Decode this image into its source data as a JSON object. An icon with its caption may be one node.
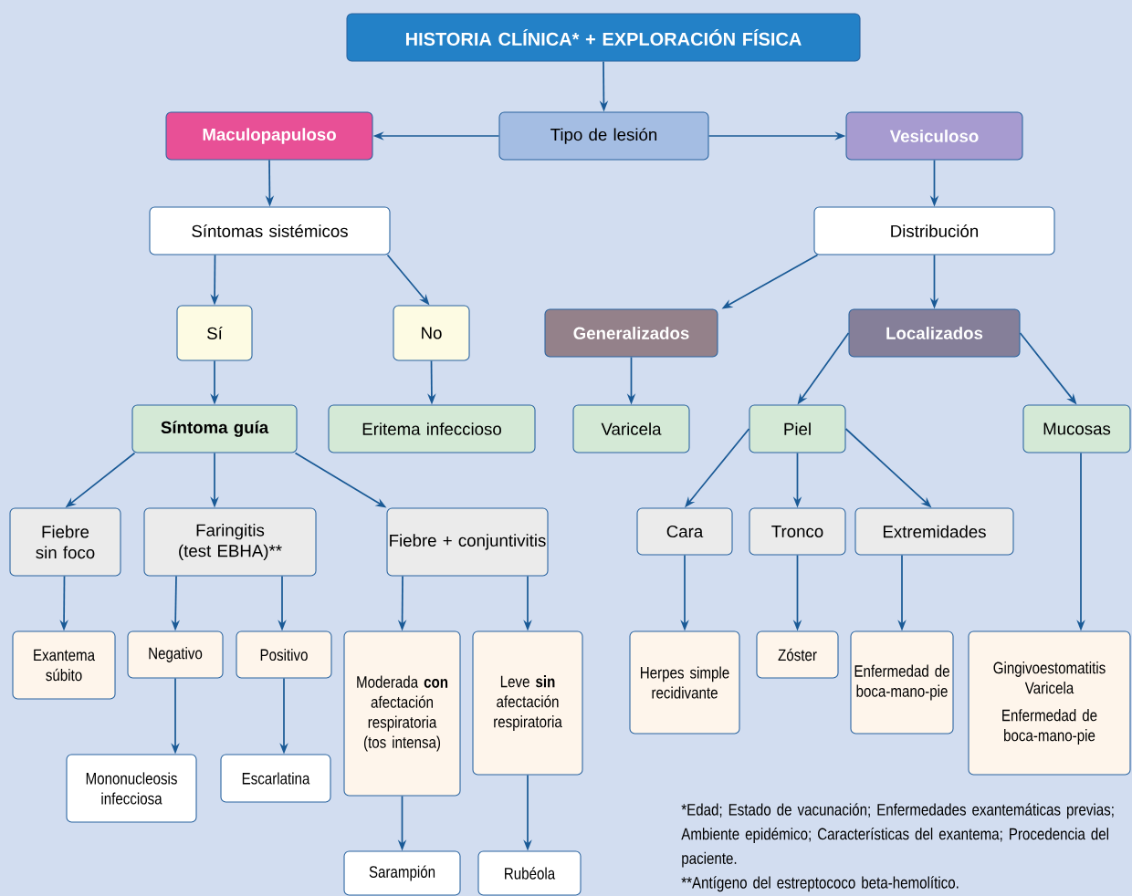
{
  "diagram": {
    "nodes": [
      {
        "text": [
          "HISTORIA CLÍNICA* + EXPLORACIÓN FÍSICA"
        ]
      },
      {
        "text": [
          "Tipo de lesión"
        ]
      },
      {
        "text": [
          "Maculopapuloso"
        ]
      },
      {
        "text": [
          "Vesiculoso"
        ]
      },
      {
        "text": [
          "Síntomas sistémicos"
        ]
      },
      {
        "text": [
          "Distribución"
        ]
      },
      {
        "text": [
          "Sí"
        ]
      },
      {
        "text": [
          "No"
        ]
      },
      {
        "text": [
          "Generalizados"
        ]
      },
      {
        "text": [
          "Localizados"
        ]
      },
      {
        "text": [
          "Síntoma guía"
        ]
      },
      {
        "text": [
          "Eritema infeccioso"
        ]
      },
      {
        "text": [
          "Varicela"
        ]
      },
      {
        "text": [
          "Piel"
        ]
      },
      {
        "text": [
          "Mucosas"
        ]
      },
      {
        "text": [
          "Fiebre sin foco"
        ]
      },
      {
        "text": [
          "Faringitis (test EBHA)**"
        ]
      },
      {
        "text": [
          "Fiebre + conjuntivitis"
        ]
      },
      {
        "text": [
          "Cara"
        ]
      },
      {
        "text": [
          "Tronco"
        ]
      },
      {
        "text": [
          "Extremidades"
        ]
      },
      {
        "text": [
          "Exantema súbito"
        ]
      },
      {
        "text": [
          "Negativo"
        ]
      },
      {
        "text": [
          "Positivo"
        ]
      },
      {
        "text": [
          "Moderada **con** afectación respiratoria (tos intensa)"
        ]
      },
      {
        "text": [
          "Leve **sin** afectación respiratoria"
        ]
      },
      {
        "text": [
          "Herpes simple recidivante"
        ]
      },
      {
        "text": [
          "Zóster"
        ]
      },
      {
        "text": [
          "Enfermedad de boca-mano-pie"
        ]
      },
      {
        "text": [
          "Gingivoestomatitis Varicela",
          "Enfermedad de boca-mano-pie"
        ]
      },
      {
        "text": [
          "Mononucleosis infecciosa"
        ]
      },
      {
        "text": [
          "Escarlatina"
        ]
      },
      {
        "text": [
          "Sarampión"
        ]
      },
      {
        "text": [
          "Rubéola"
        ]
      }
    ],
    "edges": [
      {
        "from": 0,
        "to": 1,
        "arrow": "to"
      },
      {
        "from": 1,
        "to": 2,
        "arrow": "to"
      },
      {
        "from": 1,
        "to": 3,
        "arrow": "to"
      },
      {
        "from": 2,
        "to": 4,
        "arrow": "to"
      },
      {
        "from": 3,
        "to": 5,
        "arrow": "to"
      },
      {
        "from": 4,
        "to": 6,
        "arrow": "to"
      },
      {
        "from": 4,
        "to": 7,
        "arrow": "to"
      },
      {
        "from": 5,
        "to": 8,
        "arrow": "to"
      },
      {
        "from": 5,
        "to": 9,
        "arrow": "to"
      },
      {
        "from": 6,
        "to": 10,
        "arrow": "to"
      },
      {
        "from": 7,
        "to": 11,
        "arrow": "to"
      },
      {
        "from": 8,
        "to": 12,
        "arrow": "to"
      },
      {
        "from": 9,
        "to": 13,
        "arrow": "to"
      },
      {
        "from": 9,
        "to": 14,
        "arrow": "to"
      },
      {
        "from": 10,
        "to": 15,
        "arrow": "to"
      },
      {
        "from": 10,
        "to": 16,
        "arrow": "to"
      },
      {
        "from": 10,
        "to": 17,
        "arrow": "to"
      },
      {
        "from": 13,
        "to": 18,
        "arrow": "to"
      },
      {
        "from": 13,
        "to": 19,
        "arrow": "to"
      },
      {
        "from": 13,
        "to": 20,
        "arrow": "to"
      },
      {
        "from": 15,
        "to": 21,
        "arrow": "to"
      },
      {
        "from": 16,
        "to": 22,
        "arrow": "to"
      },
      {
        "from": 16,
        "to": 23,
        "arrow": "to"
      },
      {
        "from": 17,
        "to": 24,
        "arrow": "to"
      },
      {
        "from": 17,
        "to": 25,
        "arrow": "to"
      },
      {
        "from": 18,
        "to": 26,
        "arrow": "to"
      },
      {
        "from": 19,
        "to": 27,
        "arrow": "to"
      },
      {
        "from": 20,
        "to": 28,
        "arrow": "to"
      },
      {
        "from": 14,
        "to": 29,
        "arrow": "to"
      },
      {
        "from": 22,
        "to": 30,
        "arrow": "to"
      },
      {
        "from": 23,
        "to": 31,
        "arrow": "to"
      },
      {
        "from": 24,
        "to": 32,
        "arrow": "to"
      },
      {
        "from": 25,
        "to": 33,
        "arrow": "to"
      }
    ],
    "labels": [
      "*Edad; Estado de vacunación; Enfermedades exantemáticas previas; Ambiente epidémico; Características del exantema; Procedencia del paciente.",
      "**Antígeno del estreptococo beta-hemolítico."
    ]
  }
}
